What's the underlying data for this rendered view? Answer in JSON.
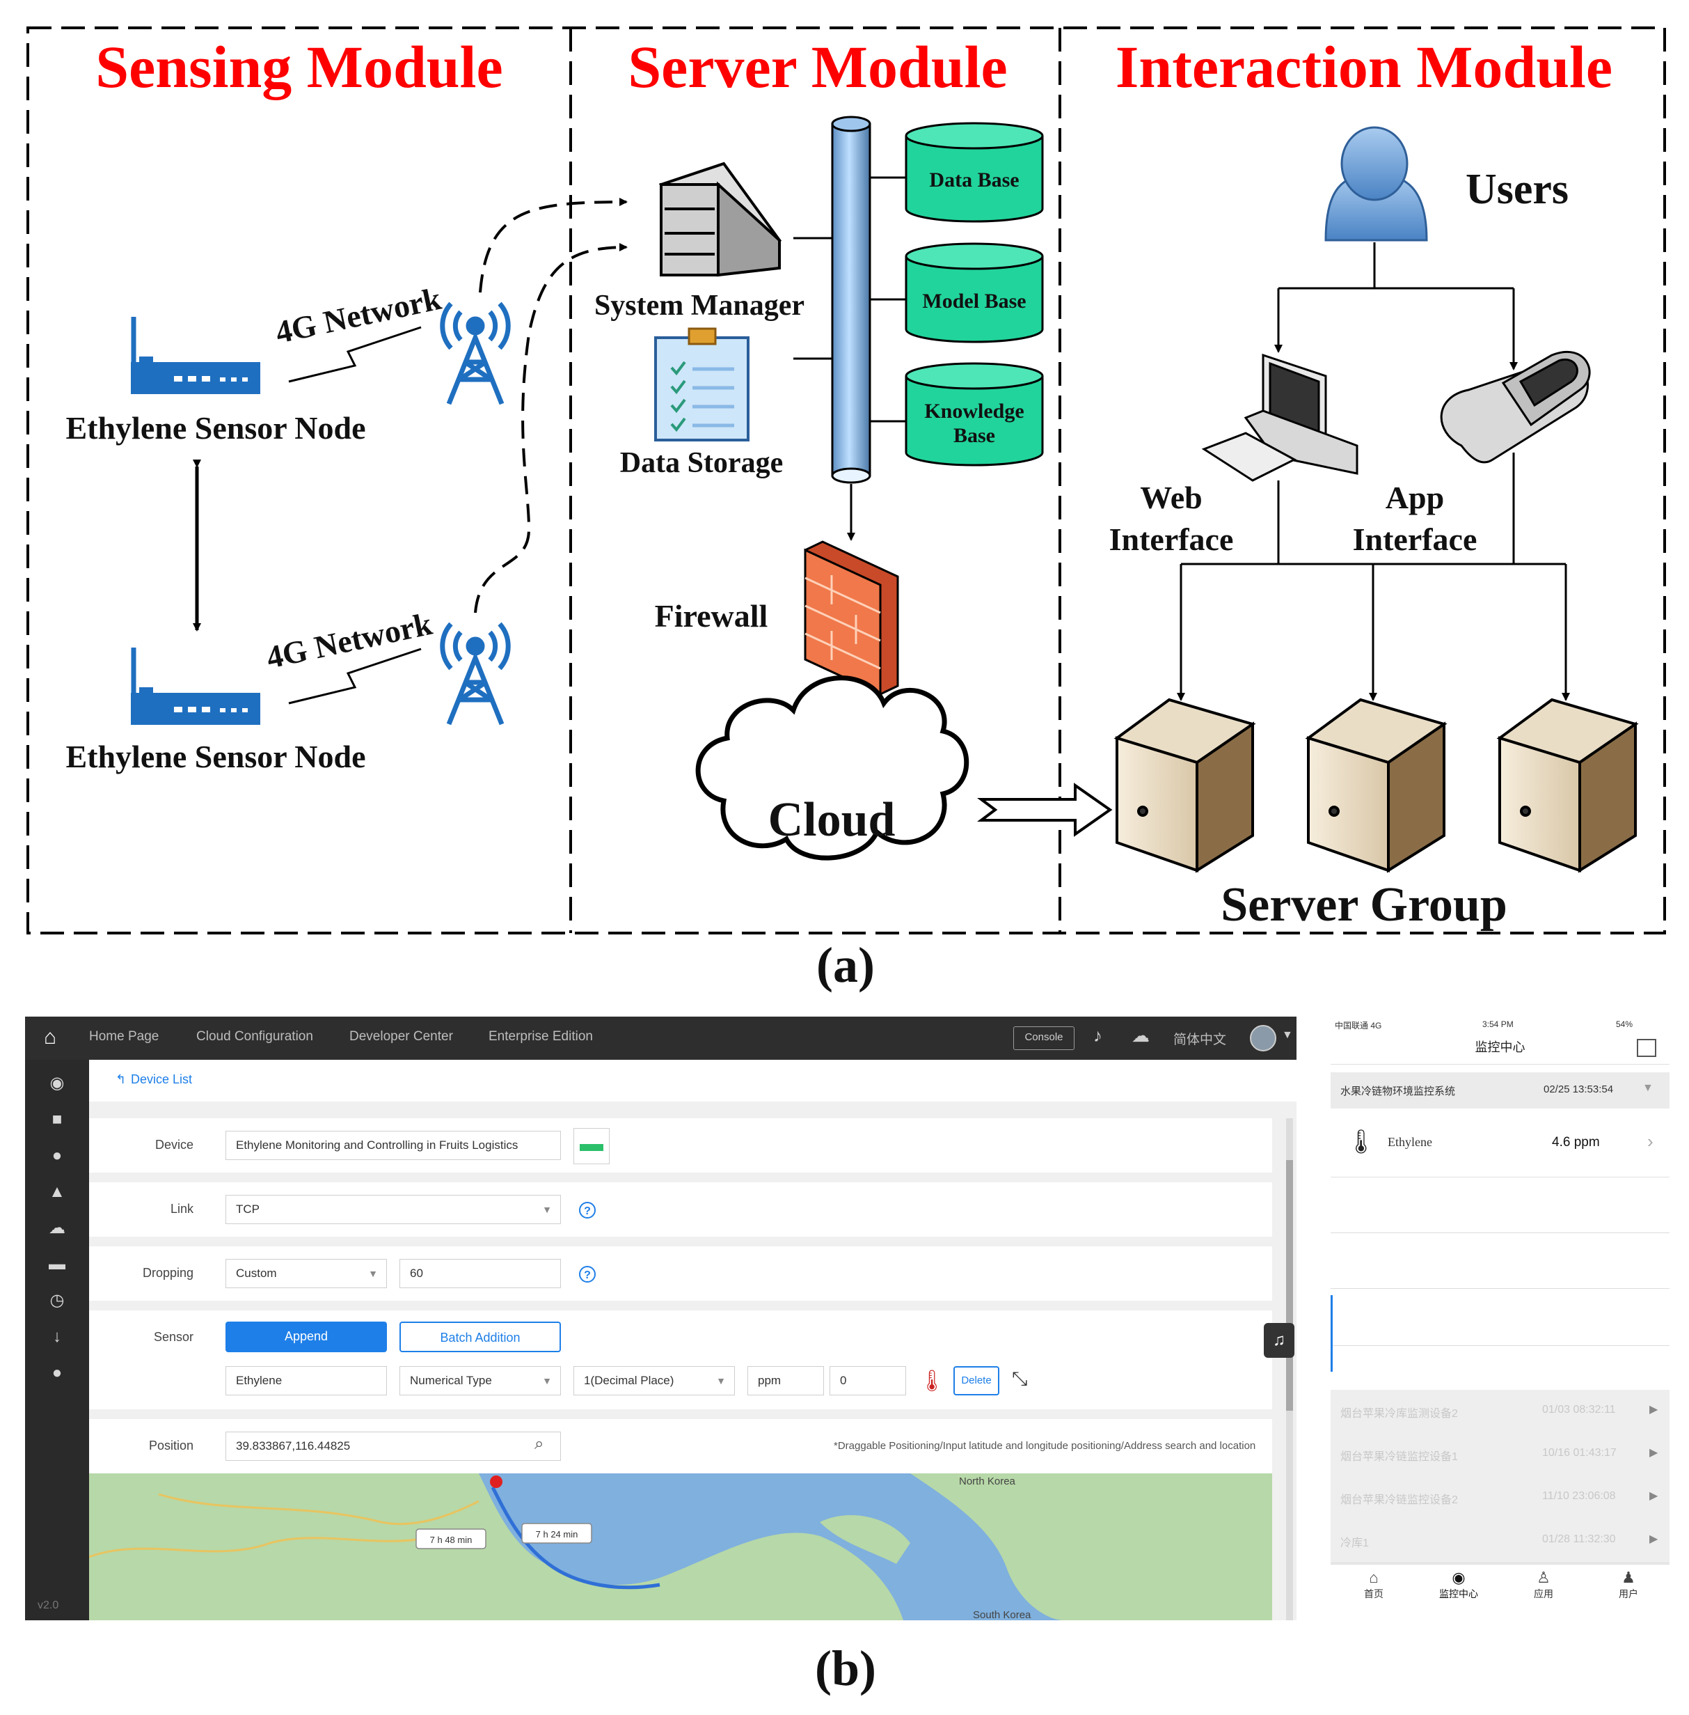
{
  "panel_a": {
    "label": "(a)",
    "sensing": {
      "title": "Sensing Module",
      "network_label": "4G Network",
      "node_label": "Ethylene Sensor Node"
    },
    "server": {
      "title": "Server Module",
      "system_manager": "System Manager",
      "data_storage": "Data Storage",
      "database": "Data Base",
      "model_base": "Model Base",
      "knowledge_base_line1": "Knowledge",
      "knowledge_base_line2": "Base",
      "firewall": "Firewall",
      "cloud": "Cloud"
    },
    "interaction": {
      "title": "Interaction Module",
      "users": "Users",
      "web_line1": "Web",
      "web_line2": "Interface",
      "app_line1": "App",
      "app_line2": "Interface",
      "server_group": "Server Group"
    },
    "colors": {
      "title_red": "#ff0000",
      "tower_blue": "#1f6fc0",
      "db_green": "#21d49b",
      "firewall": "#f0784a"
    }
  },
  "panel_b": {
    "label": "(b)",
    "web": {
      "nav": [
        "Home Page",
        "Cloud Configuration",
        "Developer Center",
        "Enterprise Edition"
      ],
      "console_label": "Console",
      "language": "简体中文",
      "version": "v2.0",
      "back_link": "Device List",
      "device": {
        "label": "Device",
        "value": "Ethylene Monitoring and Controlling in Fruits Logistics"
      },
      "link": {
        "label": "Link",
        "value": "TCP"
      },
      "dropping": {
        "label": "Dropping",
        "mode": "Custom",
        "value": "60"
      },
      "sensor": {
        "label": "Sensor",
        "append": "Append",
        "batch": "Batch Addition",
        "name": "Ethylene",
        "type": "Numerical Type",
        "decimal": "1(Decimal Place)",
        "unit": "ppm",
        "initial": "0",
        "delete": "Delete"
      },
      "position": {
        "label": "Position",
        "value": "39.833867,116.44825",
        "hint": "*Draggable Positioning/Input latitude and longitude positioning/Address search and location"
      },
      "map": {
        "region_label": "North Korea",
        "region_label_2": "South Korea",
        "route_1": "7 h 48 min",
        "route_2": "7 h 24 min"
      },
      "accent": "#1e7fe8"
    },
    "phone": {
      "status_carrier": "中国联通 4G",
      "status_time": "3:54 PM",
      "status_battery": "54%",
      "header": "监控中心",
      "system": "水果冷链物环境监控系统",
      "system_time": "02/25 13:53:54",
      "sensor_name": "Ethylene",
      "sensor_value": "4.6 ppm",
      "devices": [
        {
          "name": "烟台苹果冷库监测设备2",
          "time": "01/03 08:32:11"
        },
        {
          "name": "烟台苹果冷链监控设备1",
          "time": "10/16 01:43:17"
        },
        {
          "name": "烟台苹果冷链监控设备2",
          "time": "11/10 23:06:08"
        },
        {
          "name": "冷库1",
          "time": "01/28 11:32:30"
        }
      ],
      "tabs": [
        "首页",
        "监控中心",
        "应用",
        "用户"
      ]
    }
  }
}
